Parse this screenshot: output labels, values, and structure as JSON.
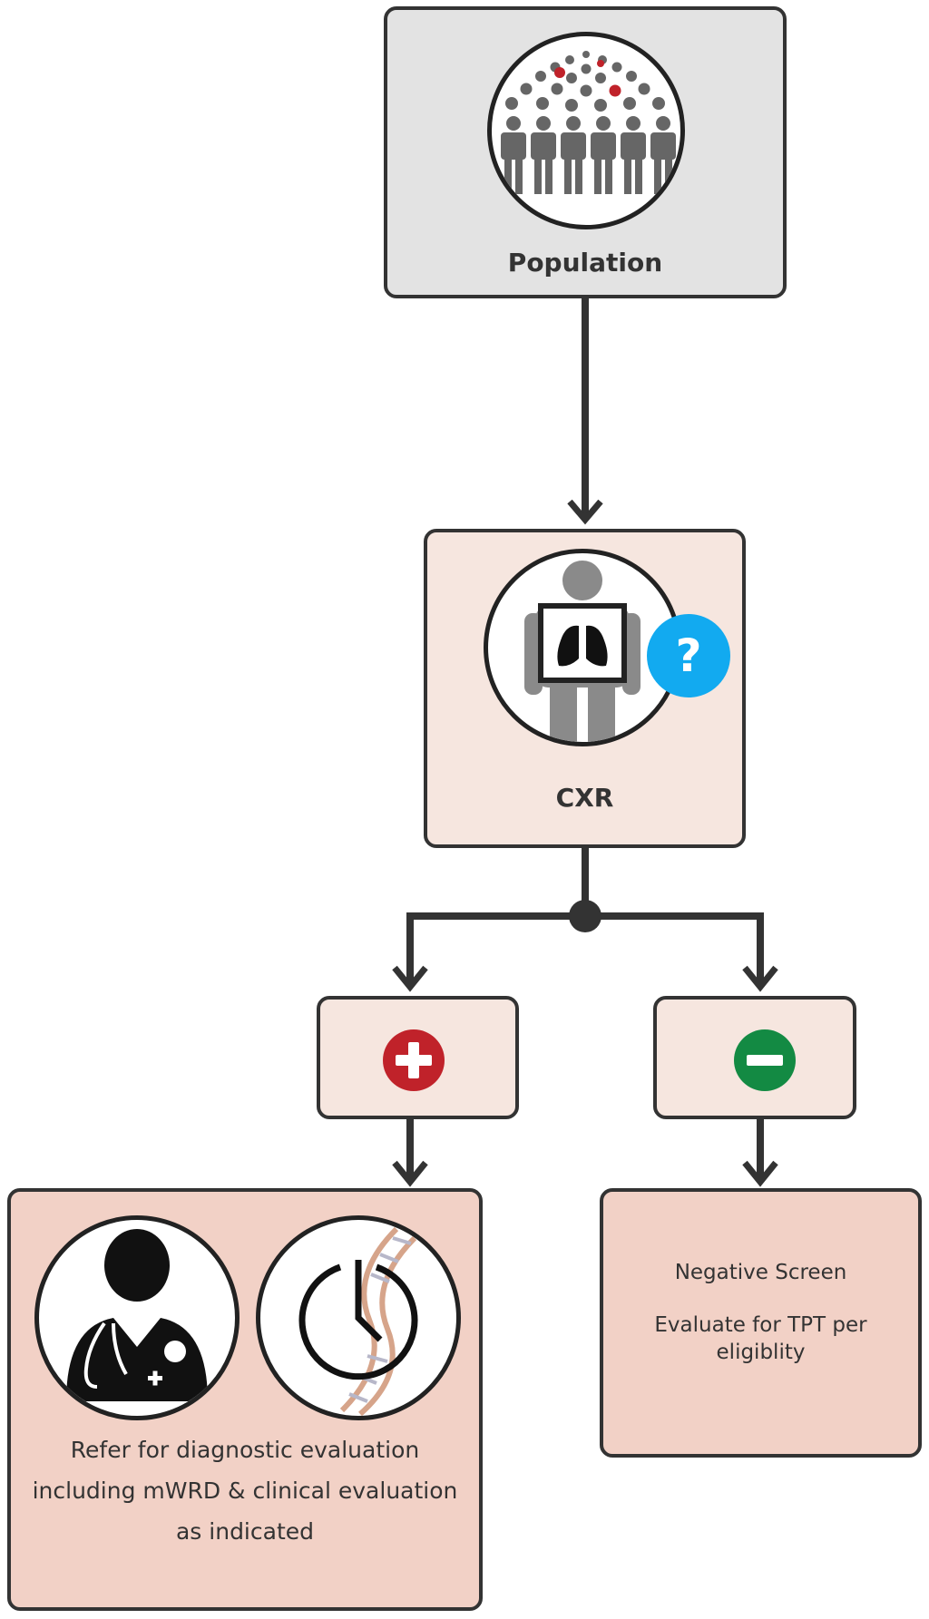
{
  "nodes": {
    "population": {
      "label": "Population",
      "icon": "population-icon",
      "fill": "#e3e3e3"
    },
    "cxr": {
      "label": "CXR",
      "icon": "chest-xray-person-icon",
      "badge_icon": "question-mark-icon",
      "badge_color": "#12aaf0",
      "fill": "#f6e6df"
    },
    "positive": {
      "icon": "plus-circle-icon",
      "color": "#c0222a",
      "fill": "#f6e6df"
    },
    "negative": {
      "icon": "minus-circle-icon",
      "color": "#138a43",
      "fill": "#f6e6df"
    },
    "refer": {
      "icons": [
        "doctor-icon",
        "dna-test-icon"
      ],
      "text_lines": [
        "Refer for diagnostic evaluation",
        "including mWRD & clinical evaluation",
        "as indicated"
      ],
      "fill": "#f2d1c6"
    },
    "negative_screen": {
      "title": "Negative Screen",
      "text_lines": [
        "Evaluate for TPT per",
        "eligiblity"
      ],
      "fill": "#f2d1c6"
    }
  },
  "colors": {
    "border": "#333333",
    "connector": "#333333",
    "highlight_person": "#c0222a"
  }
}
